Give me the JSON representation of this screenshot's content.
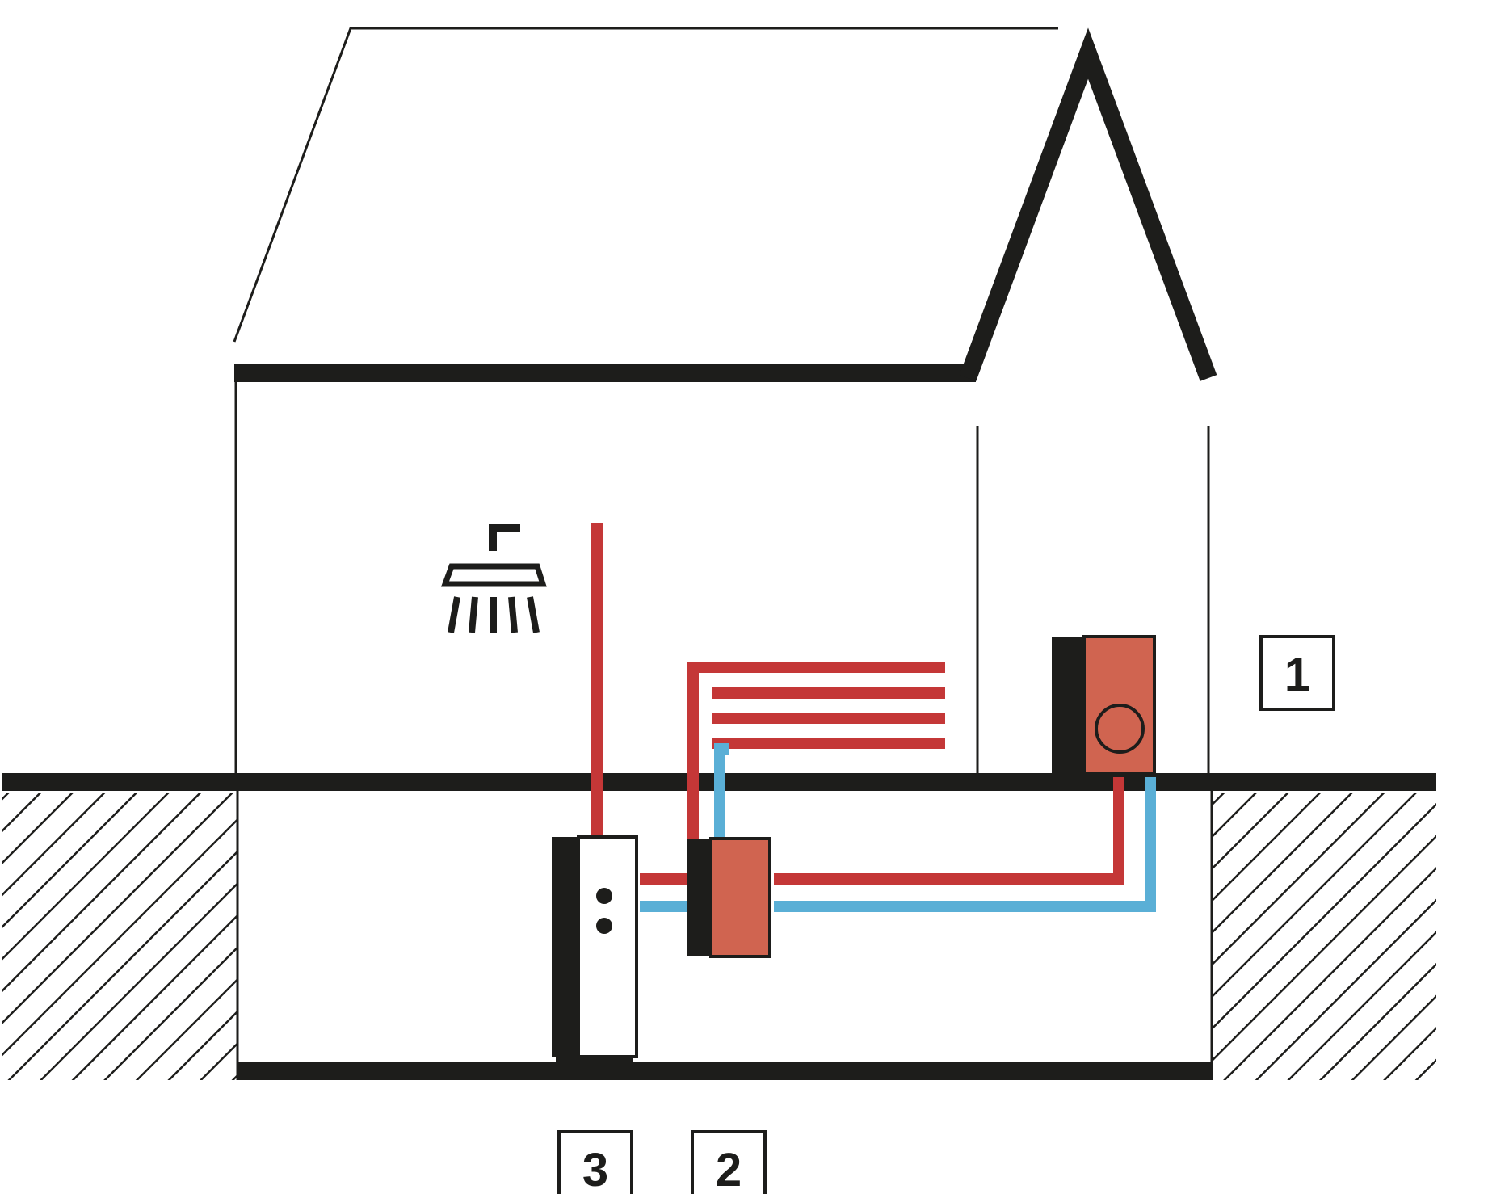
{
  "colors": {
    "ink": "#1d1d1b",
    "hot": "#c43737",
    "cold": "#5aafd6",
    "unit_fill": "#d06450",
    "background": "#ffffff"
  },
  "labels": {
    "outdoor_unit": "1",
    "indoor_unit": "2",
    "storage_tank": "3"
  },
  "icons": {
    "shower": "shower-icon"
  }
}
